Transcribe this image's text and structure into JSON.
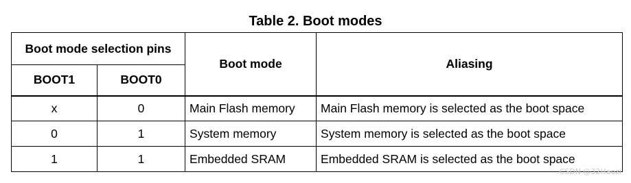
{
  "title": "Table 2. Boot modes",
  "headers": {
    "group": "Boot mode selection pins",
    "boot1": "BOOT1",
    "boot0": "BOOT0",
    "mode": "Boot mode",
    "aliasing": "Aliasing"
  },
  "rows": [
    {
      "boot1": "x",
      "boot0": "0",
      "mode": "Main Flash memory",
      "aliasing": "Main Flash memory is selected as the boot space"
    },
    {
      "boot1": "0",
      "boot0": "1",
      "mode": "System memory",
      "aliasing": "System memory is selected as the boot space"
    },
    {
      "boot1": "1",
      "boot0": "1",
      "mode": "Embedded SRAM",
      "aliasing": "Embedded SRAM is selected as the boot space"
    }
  ],
  "watermark": "CSDN @32Haozi"
}
